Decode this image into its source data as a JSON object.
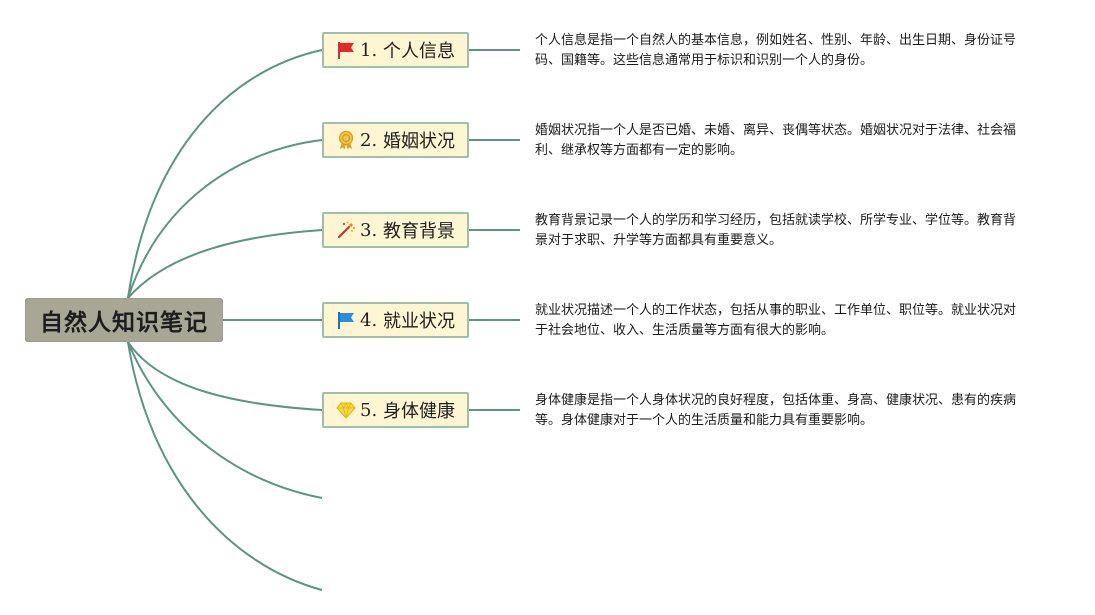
{
  "root": {
    "label": "自然人知识笔记"
  },
  "topics": [
    {
      "number": "1.",
      "label": "个人信息",
      "icon": "red-flag-icon",
      "description": "个人信息是指一个自然人的基本信息，例如姓名、性别、年龄、出生日期、身份证号码、国籍等。这些信息通常用于标识和识别一个人的身份。"
    },
    {
      "number": "2.",
      "label": "婚姻状况",
      "icon": "award-medal-icon",
      "description": "婚姻状况指一个人是否已婚、未婚、离异、丧偶等状态。婚姻状况对于法律、社会福利、继承权等方面都有一定的影响。"
    },
    {
      "number": "3.",
      "label": "教育背景",
      "icon": "magic-wand-icon",
      "description": "教育背景记录一个人的学历和学习经历，包括就读学校、所学专业、学位等。教育背景对于求职、升学等方面都具有重要意义。"
    },
    {
      "number": "4.",
      "label": "就业状况",
      "icon": "blue-flag-icon",
      "description": "就业状况描述一个人的工作状态，包括从事的职业、工作单位、职位等。就业状况对于社会地位、收入、生活质量等方面有很大的影响。"
    },
    {
      "number": "5.",
      "label": "身体健康",
      "icon": "diamond-icon",
      "description": "身体健康是指一个人身体状况的良好程度，包括体重、身高、健康状况、患有的疾病等。身体健康对于一个人的生活质量和能力具有重要影响。"
    }
  ],
  "colors": {
    "connector": "#5e9484",
    "root_fill": "#a8a796",
    "topic_fill": "#fef6d2",
    "topic_border": "#9fbfa8"
  }
}
